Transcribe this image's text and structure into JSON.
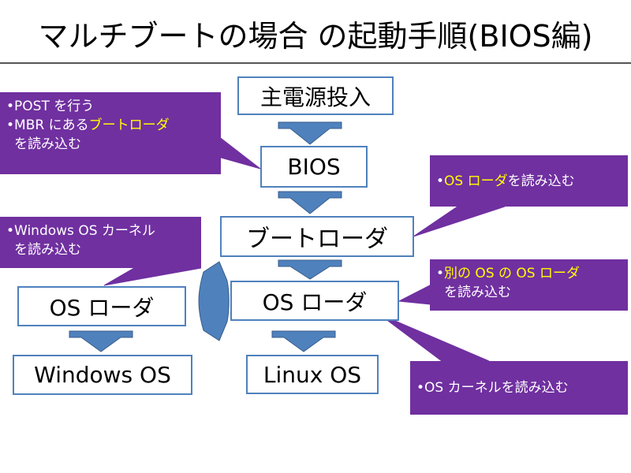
{
  "title": "マルチブートの場合 の起動手順(BIOS編)",
  "boxes": {
    "power_on": "主電源投入",
    "bios": "BIOS",
    "bootloader": "ブートローダ",
    "os_loader_main": "OS ローダ",
    "os_loader_left": "OS ローダ",
    "windows_os": "Windows OS",
    "linux_os": "Linux OS"
  },
  "callouts": {
    "bios_note": {
      "line1": "•POST を行う",
      "line2_prefix": "•MBR にある",
      "line2_highlight": "ブートローダ",
      "line3": "を読み込む"
    },
    "bootloader_note": {
      "bullet": "•",
      "highlight": "OS ローダ",
      "suffix": "を読み込む"
    },
    "windows_note": {
      "line1": "•Windows OS  カーネル",
      "line2": "を読み込む"
    },
    "osloader_note": {
      "bullet": "•",
      "highlight": "別の OS の OS ローダ",
      "line2": "を読み込む"
    },
    "linux_note": {
      "line1": "•OS  カーネルを読み込む"
    }
  },
  "colors": {
    "box_border": "#4f81bd",
    "arrow_fill": "#4f81bd",
    "callout_fill": "#7030a0",
    "highlight_text": "#ffff00"
  }
}
